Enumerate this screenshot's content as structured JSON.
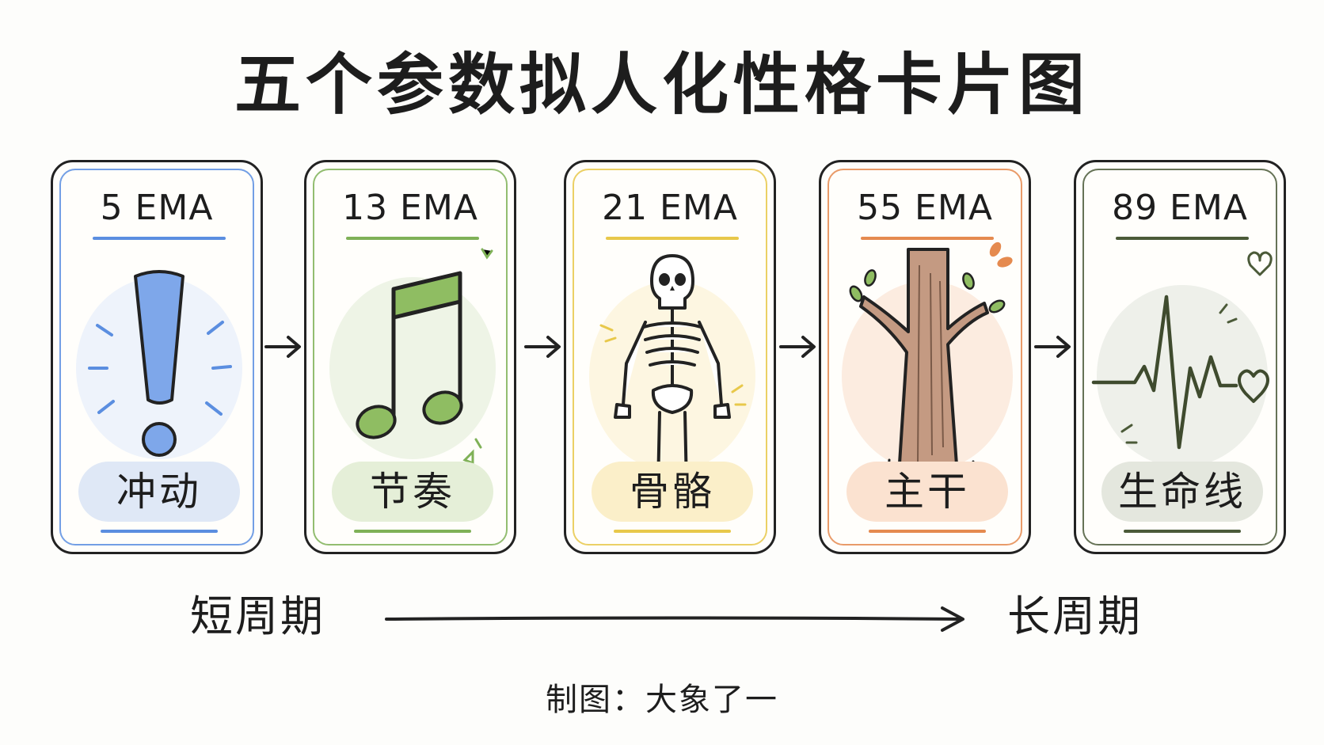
{
  "title": "五个参数拟人化性格卡片图",
  "cards": [
    {
      "heading": "5 EMA",
      "label": "冲动",
      "icon": "exclamation-icon",
      "accent": "#5b8ee0",
      "soft": "#dfe8f6"
    },
    {
      "heading": "13 EMA",
      "label": "节奏",
      "icon": "music-note-icon",
      "accent": "#7fb157",
      "soft": "#e5efd8"
    },
    {
      "heading": "21 EMA",
      "label": "骨骼",
      "icon": "skeleton-icon",
      "accent": "#e8c84a",
      "soft": "#fbefc9"
    },
    {
      "heading": "55 EMA",
      "label": "主干",
      "icon": "tree-trunk-icon",
      "accent": "#e58a4f",
      "soft": "#fbe2d0"
    },
    {
      "heading": "89 EMA",
      "label": "生命线",
      "icon": "heartbeat-icon",
      "accent": "#4b5a38",
      "soft": "#e4e7de"
    }
  ],
  "axis": {
    "left_label": "短周期",
    "right_label": "长周期"
  },
  "credit": "制图：大象了一"
}
